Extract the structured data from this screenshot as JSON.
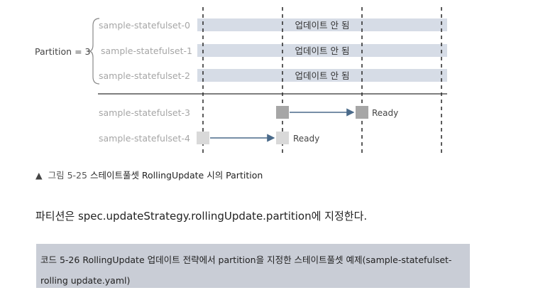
{
  "diagram": {
    "partition_label": "Partition = 3",
    "not_updated_label": "업데이트 안 됨",
    "ready_label": "Ready",
    "pods": [
      "sample-statefulset-0",
      "sample-statefulset-1",
      "sample-statefulset-2",
      "sample-statefulset-3",
      "sample-statefulset-4"
    ]
  },
  "caption": {
    "marker": "▲",
    "figure_number": "그림 5-25",
    "title": "스테이트풀셋 RollingUpdate 시의 Partition"
  },
  "body": {
    "text": "파티션은 spec.updateStrategy.rollingUpdate.partition에 지정한다."
  },
  "code_caption": {
    "text": "코드 5-26 RollingUpdate 업데이트 전략에서 partition을 지정한 스테이트풀셋 예제(sample-statefulset-rolling update.yaml)"
  },
  "colors": {
    "bar": "#d6dce6",
    "box": "#a6a6a6",
    "box_light": "#d9d9d9",
    "arrow": "#4a6a8a",
    "code_bg": "#c9cdd6"
  }
}
